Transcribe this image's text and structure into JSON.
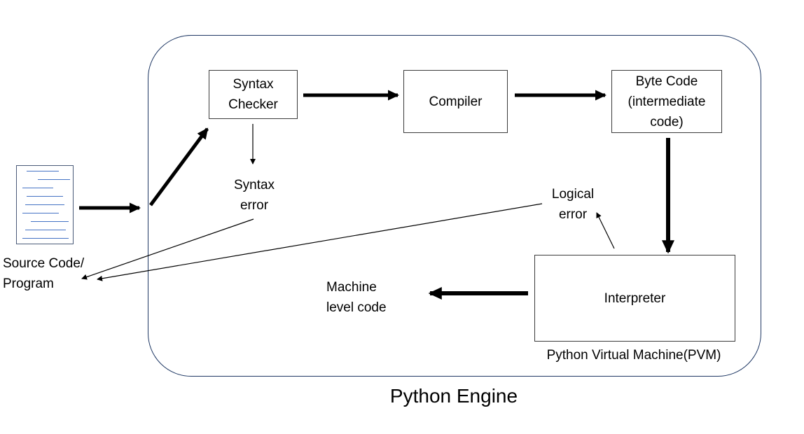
{
  "engine": {
    "title": "Python Engine"
  },
  "source": {
    "label": "Source Code/\nProgram",
    "icon": "document-icon"
  },
  "nodes": {
    "syntax_checker": "Syntax\nChecker",
    "compiler": "Compiler",
    "byte_code": "Byte Code\n(intermediate\ncode)",
    "interpreter": "Interpreter"
  },
  "labels": {
    "syntax_error": "Syntax\nerror",
    "logical_error": "Logical\nerror",
    "machine_code": "Machine\nlevel code",
    "pvm": "Python Virtual Machine(PVM)"
  },
  "colors": {
    "engine_border": "#1f3864",
    "doc_lines": "#4472c4",
    "arrows": "#000000"
  }
}
